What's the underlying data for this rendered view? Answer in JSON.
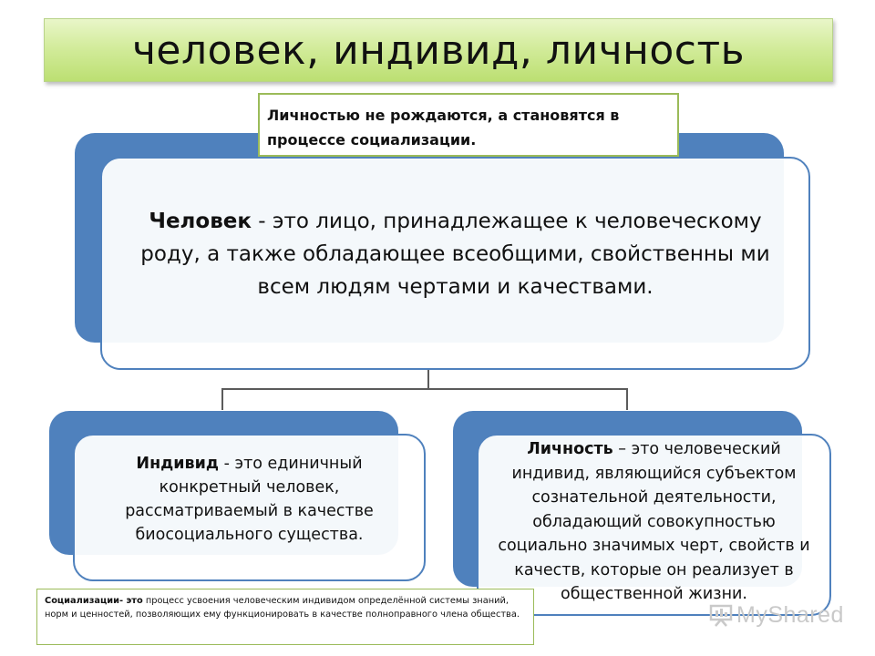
{
  "title": "человек, индивид, личность",
  "callout_top": "Личностью не рождаются, а становятся в процессе социализации.",
  "human": {
    "term": "Человек",
    "definition": " - это лицо, принадлежащее к человеческому роду, а также обладающее всеобщими, свойственны ми всем людям чертами и качествами."
  },
  "individual": {
    "term": "Индивид",
    "definition": " - это единичный конкретный человек, рассматриваемый в качестве биосоциального существа."
  },
  "personality": {
    "term": "Личность",
    "definition": " – это человеческий индивид, являющийся субъектом сознательной деятельности, обладающий совокупностью социально значимых черт, свойств и качеств, которые он реализует в общественной жизни."
  },
  "socialization": {
    "term": "Социализации-",
    "term_suffix": " это",
    "definition": " процесс усвоения человеческим индивидом определённой системы знаний, норм и ценностей, позволяющих ему функционировать в качестве полноправного члена общества."
  },
  "watermark": "MyShared",
  "colors": {
    "title_green": "#c4e27f",
    "box_blue": "#4f81bd",
    "callout_border": "#9bbb59"
  }
}
